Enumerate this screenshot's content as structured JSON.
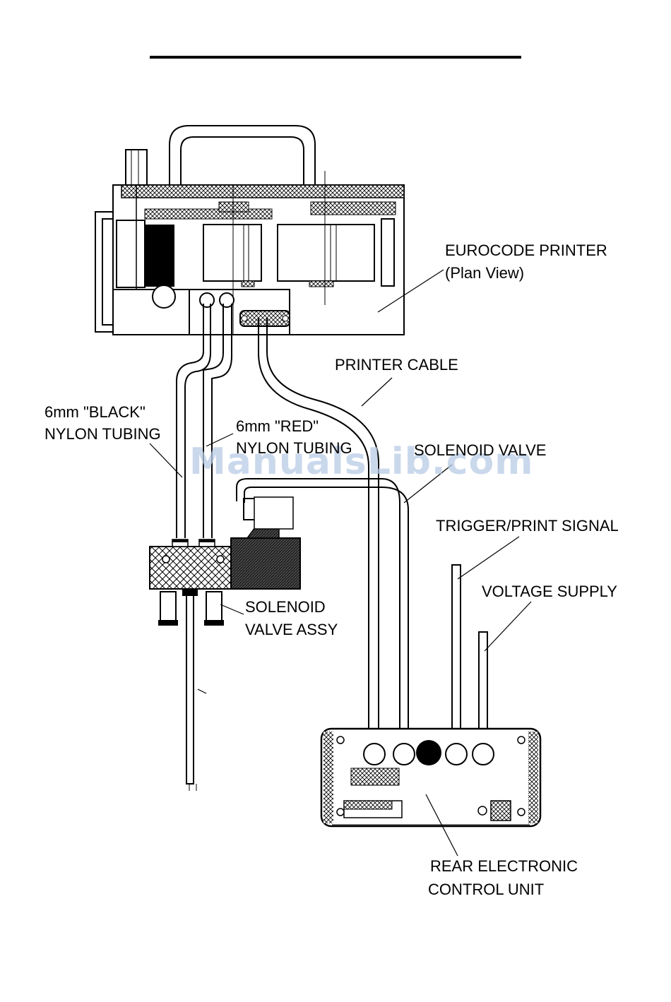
{
  "labels": {
    "printer_line1": "EUROCODE PRINTER",
    "printer_line2": "(Plan View)",
    "printer_cable": "PRINTER CABLE",
    "black_tubing_line1": "6mm \"BLACK\"",
    "black_tubing_line2": "NYLON TUBING",
    "red_tubing_line1": "6mm \"RED\"",
    "red_tubing_line2": "NYLON TUBING",
    "solenoid_valve": "SOLENOID VALVE",
    "trigger_signal": "TRIGGER/PRINT SIGNAL",
    "voltage_supply": "VOLTAGE SUPPLY",
    "valve_assy_line1": "SOLENOID",
    "valve_assy_line2": "VALVE ASSY",
    "control_unit_line1": "REAR ELECTRONIC",
    "control_unit_line2": "CONTROL UNIT"
  },
  "watermark": "ManualsLib.com",
  "colors": {
    "ink": "#000000",
    "watermark": "#b9cbe6",
    "background": "#ffffff"
  }
}
